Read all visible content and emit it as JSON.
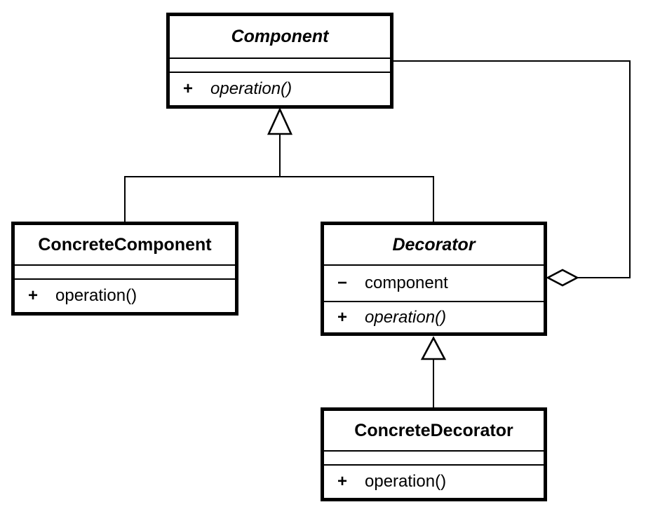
{
  "diagram": {
    "kind": "uml-class-diagram",
    "pattern": "Decorator",
    "colors": {
      "line": "#000000",
      "text": "#000000",
      "box_fill": "#ffffff",
      "background": "#ffffff"
    }
  },
  "classes": {
    "component": {
      "name": "Component",
      "abstract": true,
      "attributes": [],
      "operations": [
        {
          "visibility": "+",
          "signature": "operation()",
          "abstract": true
        }
      ]
    },
    "concrete_component": {
      "name": "ConcreteComponent",
      "abstract": false,
      "attributes": [],
      "operations": [
        {
          "visibility": "+",
          "signature": "operation()",
          "abstract": false
        }
      ]
    },
    "decorator": {
      "name": "Decorator",
      "abstract": true,
      "attributes": [
        {
          "visibility": "−",
          "name": "component"
        }
      ],
      "operations": [
        {
          "visibility": "+",
          "signature": "operation()",
          "abstract": true
        }
      ]
    },
    "concrete_decorator": {
      "name": "ConcreteDecorator",
      "abstract": false,
      "attributes": [],
      "operations": [
        {
          "visibility": "+",
          "signature": "operation()",
          "abstract": false
        }
      ]
    }
  },
  "relationships": [
    {
      "type": "generalization",
      "from": "ConcreteComponent",
      "to": "Component"
    },
    {
      "type": "generalization",
      "from": "Decorator",
      "to": "Component"
    },
    {
      "type": "generalization",
      "from": "ConcreteDecorator",
      "to": "Decorator"
    },
    {
      "type": "aggregation",
      "owner": "Decorator",
      "part": "Component"
    }
  ]
}
